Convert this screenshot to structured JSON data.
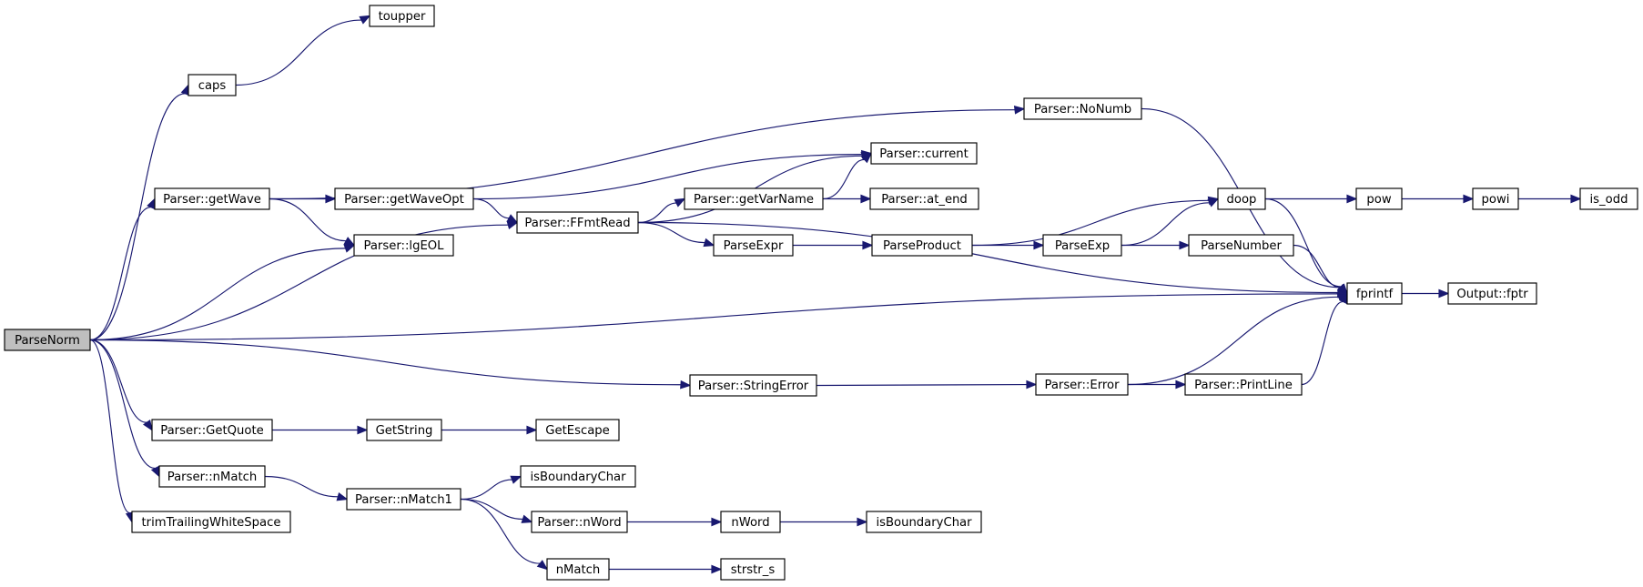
{
  "diagram": {
    "type": "call-graph",
    "root": "ParseNorm",
    "colors": {
      "edge": "#191970",
      "root_fill": "#bfbfbf",
      "node_fill": "#ffffff",
      "border": "#000000"
    },
    "nodes": [
      {
        "id": "ParseNorm",
        "label": "ParseNorm",
        "root": true
      },
      {
        "id": "caps",
        "label": "caps"
      },
      {
        "id": "toupper",
        "label": "toupper"
      },
      {
        "id": "getWave",
        "label": "Parser::getWave"
      },
      {
        "id": "getWaveOpt",
        "label": "Parser::getWaveOpt"
      },
      {
        "id": "lgEOL",
        "label": "Parser::lgEOL"
      },
      {
        "id": "current",
        "label": "Parser::current"
      },
      {
        "id": "NoNumb",
        "label": "Parser::NoNumb"
      },
      {
        "id": "FFmtRead",
        "label": "Parser::FFmtRead"
      },
      {
        "id": "getVarName",
        "label": "Parser::getVarName"
      },
      {
        "id": "at_end",
        "label": "Parser::at_end"
      },
      {
        "id": "ParseExpr",
        "label": "ParseExpr"
      },
      {
        "id": "ParseProduct",
        "label": "ParseProduct"
      },
      {
        "id": "ParseExp",
        "label": "ParseExp"
      },
      {
        "id": "ParseNumber",
        "label": "ParseNumber"
      },
      {
        "id": "doop",
        "label": "doop"
      },
      {
        "id": "pow",
        "label": "pow"
      },
      {
        "id": "powi",
        "label": "powi"
      },
      {
        "id": "is_odd",
        "label": "is_odd"
      },
      {
        "id": "fprintf",
        "label": "fprintf"
      },
      {
        "id": "fptr",
        "label": "Output::fptr"
      },
      {
        "id": "StringError",
        "label": "Parser::StringError"
      },
      {
        "id": "Error",
        "label": "Parser::Error"
      },
      {
        "id": "PrintLine",
        "label": "Parser::PrintLine"
      },
      {
        "id": "GetQuote",
        "label": "Parser::GetQuote"
      },
      {
        "id": "GetString",
        "label": "GetString"
      },
      {
        "id": "GetEscape",
        "label": "GetEscape"
      },
      {
        "id": "PnMatch",
        "label": "Parser::nMatch"
      },
      {
        "id": "PnMatch1",
        "label": "Parser::nMatch1"
      },
      {
        "id": "isBoundaryChar1",
        "label": "isBoundaryChar"
      },
      {
        "id": "PnWord",
        "label": "Parser::nWord"
      },
      {
        "id": "nWord",
        "label": "nWord"
      },
      {
        "id": "isBoundaryChar2",
        "label": "isBoundaryChar"
      },
      {
        "id": "nMatch",
        "label": "nMatch"
      },
      {
        "id": "strstr_s",
        "label": "strstr_s"
      },
      {
        "id": "trim",
        "label": "trimTrailingWhiteSpace"
      }
    ],
    "edges": [
      [
        "ParseNorm",
        "caps"
      ],
      [
        "caps",
        "toupper"
      ],
      [
        "ParseNorm",
        "getWave"
      ],
      [
        "ParseNorm",
        "lgEOL"
      ],
      [
        "ParseNorm",
        "FFmtRead"
      ],
      [
        "ParseNorm",
        "fprintf"
      ],
      [
        "ParseNorm",
        "StringError"
      ],
      [
        "ParseNorm",
        "GetQuote"
      ],
      [
        "ParseNorm",
        "PnMatch"
      ],
      [
        "ParseNorm",
        "trim"
      ],
      [
        "getWave",
        "NoNumb"
      ],
      [
        "getWave",
        "getWaveOpt"
      ],
      [
        "getWave",
        "lgEOL"
      ],
      [
        "getWaveOpt",
        "current"
      ],
      [
        "getWaveOpt",
        "FFmtRead"
      ],
      [
        "NoNumb",
        "fprintf"
      ],
      [
        "FFmtRead",
        "current"
      ],
      [
        "FFmtRead",
        "getVarName"
      ],
      [
        "FFmtRead",
        "ParseExpr"
      ],
      [
        "FFmtRead",
        "fprintf"
      ],
      [
        "getVarName",
        "current"
      ],
      [
        "getVarName",
        "at_end"
      ],
      [
        "ParseExpr",
        "ParseProduct"
      ],
      [
        "ParseProduct",
        "doop"
      ],
      [
        "ParseProduct",
        "ParseExp"
      ],
      [
        "ParseExp",
        "doop"
      ],
      [
        "ParseExp",
        "ParseNumber"
      ],
      [
        "ParseNumber",
        "fprintf"
      ],
      [
        "doop",
        "pow"
      ],
      [
        "doop",
        "fprintf"
      ],
      [
        "pow",
        "powi"
      ],
      [
        "powi",
        "is_odd"
      ],
      [
        "fprintf",
        "fptr"
      ],
      [
        "StringError",
        "Error"
      ],
      [
        "Error",
        "PrintLine"
      ],
      [
        "Error",
        "fprintf"
      ],
      [
        "PrintLine",
        "fprintf"
      ],
      [
        "GetQuote",
        "GetString"
      ],
      [
        "GetString",
        "GetEscape"
      ],
      [
        "PnMatch",
        "PnMatch1"
      ],
      [
        "PnMatch1",
        "isBoundaryChar1"
      ],
      [
        "PnMatch1",
        "PnWord"
      ],
      [
        "PnMatch1",
        "nMatch"
      ],
      [
        "PnWord",
        "nWord"
      ],
      [
        "nWord",
        "isBoundaryChar2"
      ],
      [
        "nMatch",
        "strstr_s"
      ]
    ]
  }
}
